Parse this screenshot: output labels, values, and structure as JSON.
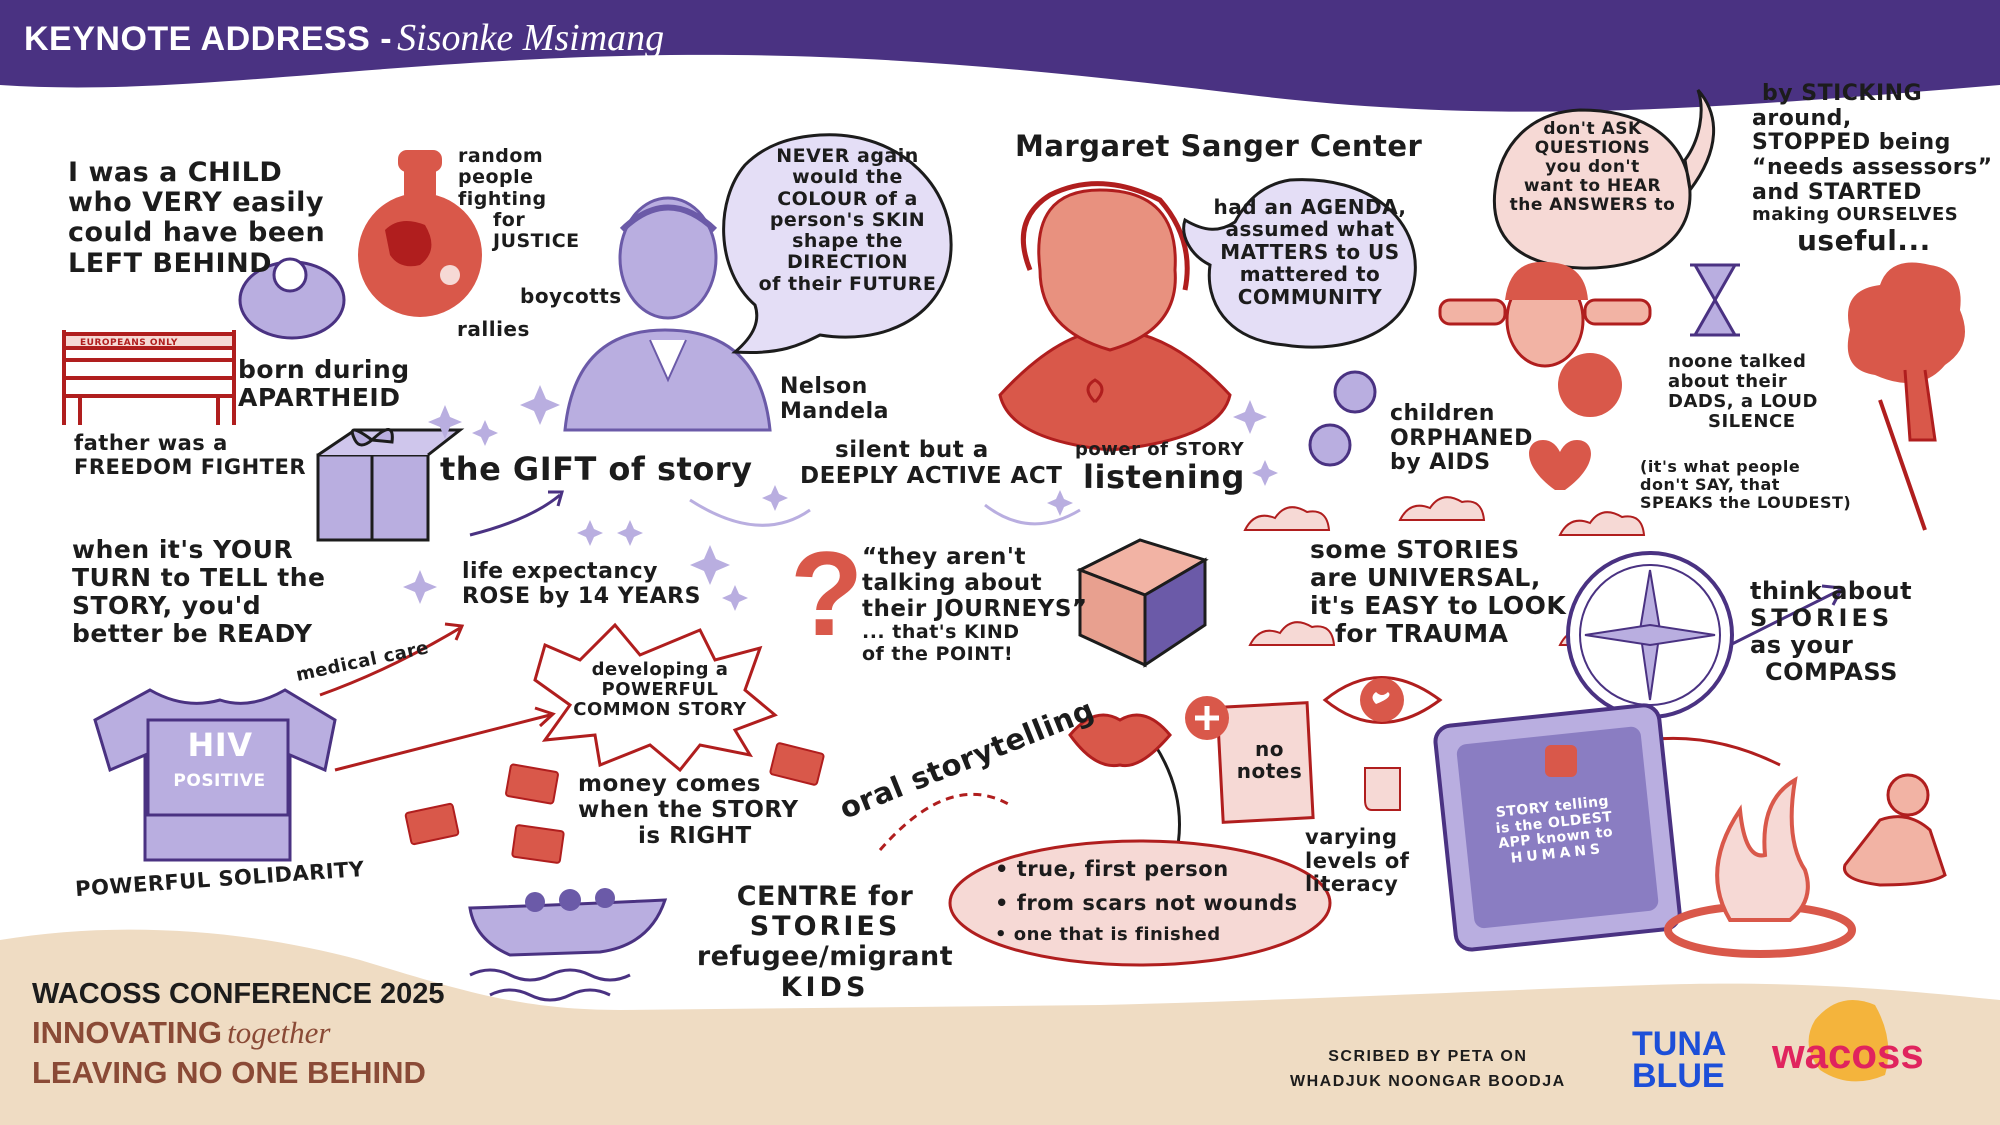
{
  "header": {
    "title": "KEYNOTE ADDRESS -",
    "speaker": "Sisonke Msimang"
  },
  "notes": {
    "child_left_behind": [
      "I was a CHILD",
      "who VERY easily",
      "could have been",
      "LEFT BEHIND"
    ],
    "random_people": [
      "random",
      "people",
      "fighting",
      "for",
      "JUSTICE"
    ],
    "boycotts": "boycotts",
    "rallies": "rallies",
    "mandela_quote": [
      "NEVER again",
      "would the",
      "COLOUR of a",
      "person's SKIN",
      "shape the",
      "DIRECTION",
      "of their FUTURE"
    ],
    "mandela_name": [
      "Nelson",
      "Mandela"
    ],
    "bench_sign": "EUROPEANS ONLY",
    "born_apartheid": [
      "born during",
      "APARTHEID"
    ],
    "father": [
      "father was a",
      "FREEDOM FIGHTER"
    ],
    "gift_of_story": "the GIFT of story",
    "silent_active": [
      "silent but a",
      "DEEPLY ACTIVE ACT"
    ],
    "power_listening": [
      "power of STORY",
      "listening"
    ],
    "sanger_title": "Margaret Sanger Center",
    "sanger_bubble": [
      "had an AGENDA,",
      "assumed what",
      "MATTERS to US",
      "mattered to",
      "COMMUNITY"
    ],
    "dont_ask": [
      "don't ASK",
      "QUESTIONS",
      "you don't",
      "want to HEAR",
      "the ANSWERS to"
    ],
    "sticking_around": [
      "by STICKING",
      "around,",
      "STOPPED being",
      "“needs assessors”",
      "and STARTED",
      "making OURSELVES",
      "useful..."
    ],
    "children_aids": [
      "children",
      "ORPHANED",
      "by AIDS"
    ],
    "noone_talked": [
      "noone talked",
      "about their",
      "DADS, a LOUD",
      "SILENCE"
    ],
    "what_people_dont_say": [
      "(it's what people",
      "don't SAY, that",
      "SPEAKS the LOUDEST)"
    ],
    "your_turn": [
      "when it's YOUR",
      "TURN to TELL the",
      "STORY, you'd",
      "better be READY"
    ],
    "life_expectancy": [
      "life expectancy",
      "ROSE by 14 YEARS"
    ],
    "journeys_quote": [
      "“they aren't",
      "talking about",
      "their JOURNEYS”",
      "... that's KIND",
      "of the POINT!"
    ],
    "universal": [
      "some STORIES",
      "are UNIVERSAL,",
      "it's EASY to LOOK",
      "for TRAUMA"
    ],
    "compass": [
      "think about",
      "STORIES",
      "as your",
      "COMPASS"
    ],
    "medical_care": "medical care",
    "developing": [
      "developing a",
      "POWERFUL",
      "COMMON STORY"
    ],
    "shirt_hiv": "HIV",
    "shirt_positive": "POSITIVE",
    "solidarity": "POWERFUL SOLIDARITY",
    "money": [
      "money comes",
      "when the STORY",
      "is RIGHT"
    ],
    "oral": "oral storytelling",
    "no_notes": [
      "no",
      "notes"
    ],
    "oral_bullets": [
      "true, first person",
      "from scars not wounds",
      "one that is finished"
    ],
    "literacy": [
      "varying",
      "levels of",
      "literacy"
    ],
    "tablet": [
      "STORY telling",
      "is the OLDEST",
      "APP known to",
      "HUMANS"
    ],
    "centre": [
      "CENTRE for",
      "STORIES",
      "refugee/migrant",
      "KIDS"
    ]
  },
  "footer": {
    "conference": "WACOSS CONFERENCE 2025",
    "innovating": "INNOVATING",
    "together": "together",
    "leaving": "LEAVING NO ONE BEHIND",
    "scribed": [
      "SCRIBED BY PETA ON",
      "WHADJUK NOONGAR BOODJA"
    ],
    "logo_tuna": [
      "TUNA",
      "BLUE"
    ],
    "logo_wacoss": [
      "wa",
      "coss"
    ]
  },
  "colors": {
    "header_purple": "#4a3282",
    "illustration_purple": "#b9aee0",
    "illustration_red": "#d9584a",
    "ink": "#1c1c1c",
    "accent_red": "#b01e1e",
    "footer_sand": "#efdcc3"
  }
}
